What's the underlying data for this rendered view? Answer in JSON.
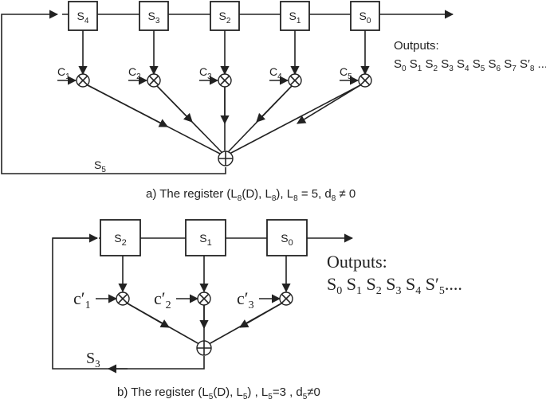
{
  "diagram_a": {
    "registers": [
      "S4",
      "S3",
      "S2",
      "S1",
      "S0"
    ],
    "coefficients": [
      "C1",
      "C2",
      "C3",
      "C4",
      "C5"
    ],
    "feedback_label": "S5",
    "outputs_title": "Outputs:",
    "outputs_sequence": "S0 S1 S2 S3 S4 S5 S6 S7 S′8 ...",
    "caption": "a) The register (L8(D), L8), L8 = 5, d8 ≠ 0"
  },
  "diagram_b": {
    "registers": [
      "S2",
      "S1",
      "S0"
    ],
    "coefficients": [
      "c′1",
      "c′2",
      "c′3"
    ],
    "feedback_label": "S3",
    "outputs_title": "Outputs:",
    "outputs_sequence": "S0 S1 S2 S3 S4 S′5....",
    "caption": "b) The register (L5(D), L5) , L5=3 , d5≠0"
  }
}
